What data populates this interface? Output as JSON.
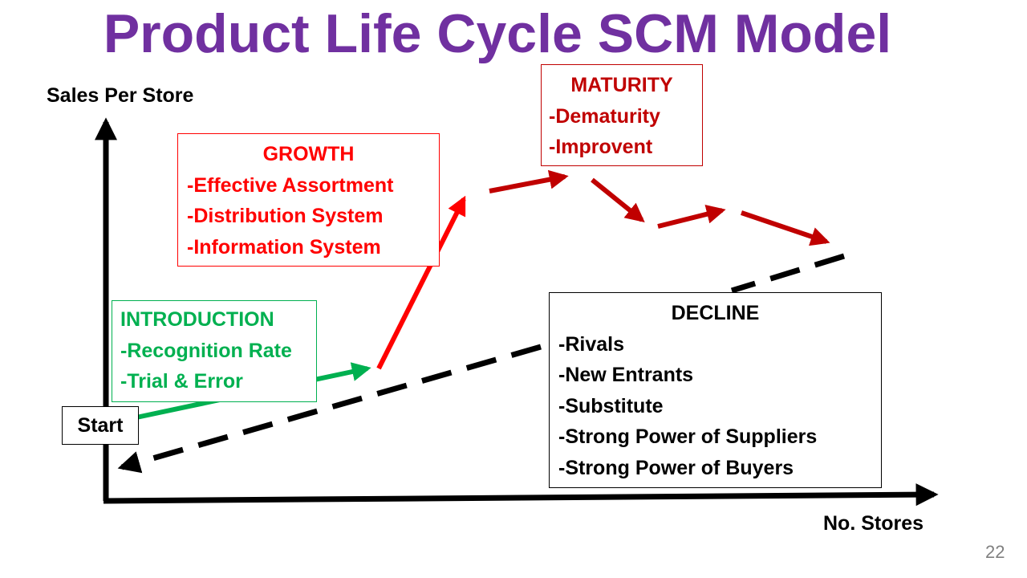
{
  "title": "Product Life Cycle SCM Model",
  "axes": {
    "y_label": "Sales Per Store",
    "x_label": "No. Stores"
  },
  "start_label": "Start",
  "stages": {
    "introduction": {
      "heading": "INTRODUCTION",
      "items": [
        "-Recognition Rate",
        "-Trial & Error"
      ],
      "color": "#00b050"
    },
    "growth": {
      "heading": "GROWTH",
      "items": [
        "-Effective Assortment",
        "-Distribution System",
        "-Information System"
      ],
      "color": "#ff0000"
    },
    "maturity": {
      "heading": "MATURITY",
      "items": [
        "-Dematurity",
        "-Improvent"
      ],
      "color": "#c00000"
    },
    "decline": {
      "heading": "DECLINE",
      "items": [
        "-Rivals",
        "-New Entrants",
        "-Substitute",
        "-Strong Power of Suppliers",
        "-Strong Power of Buyers"
      ],
      "color": "#000000"
    }
  },
  "colors": {
    "title": "#7030a0",
    "introduction_arrow": "#00b050",
    "growth_arrow": "#ff0000",
    "maturity_arrows": "#c00000",
    "decline_dashed_line": "#000000",
    "axes": "#000000"
  },
  "page_number": "22"
}
